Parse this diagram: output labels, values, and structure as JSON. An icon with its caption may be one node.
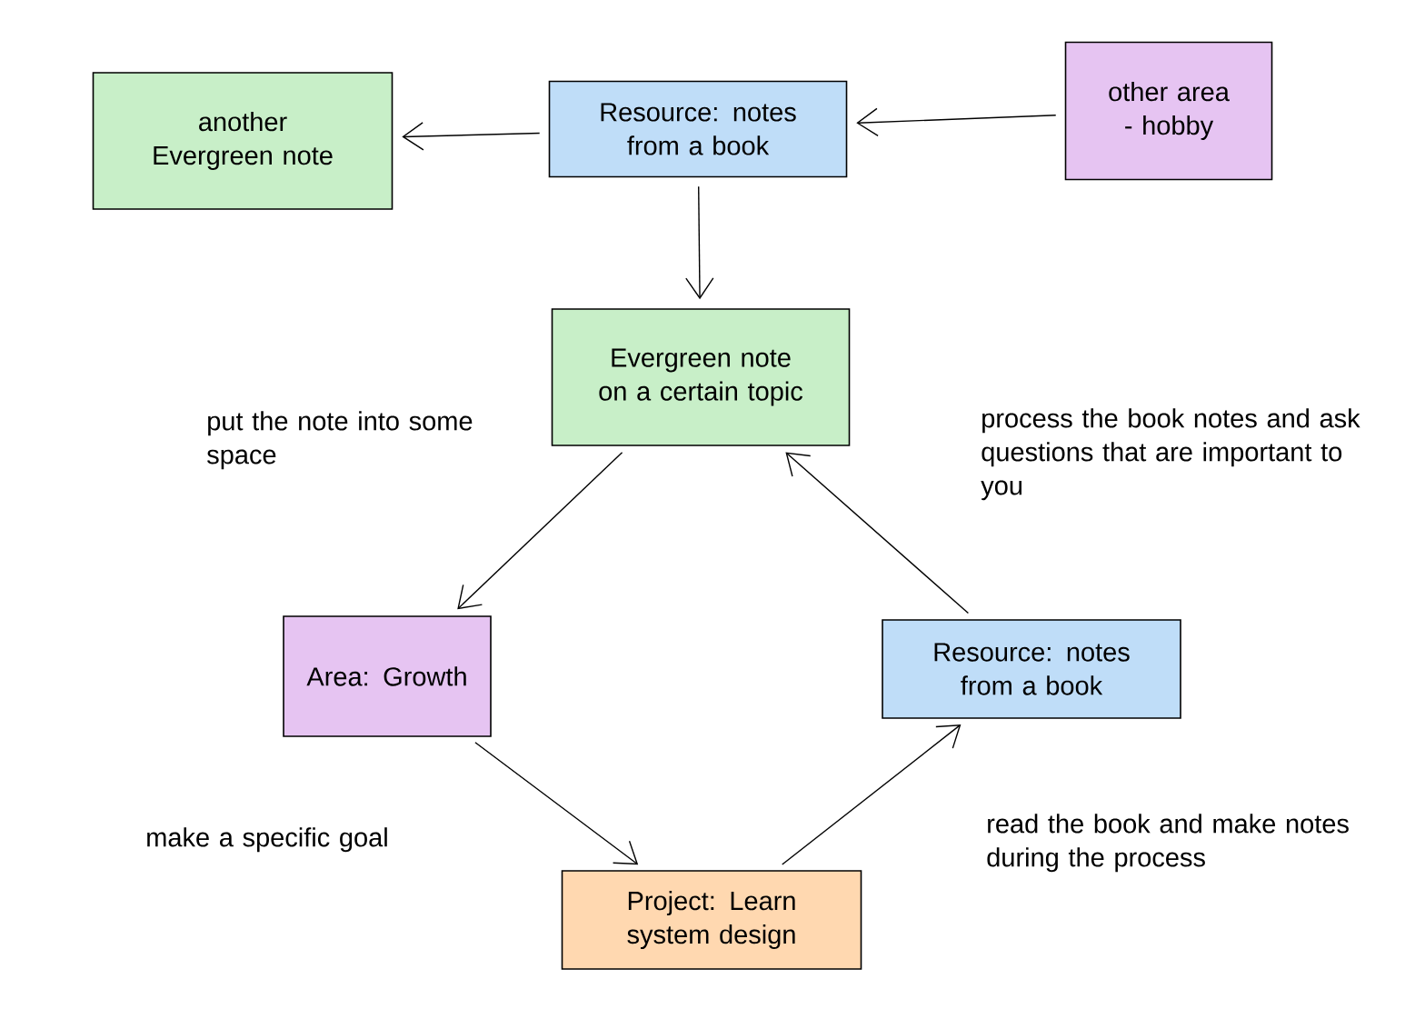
{
  "diagram": {
    "nodes": [
      {
        "text": [
          "another Evergreen note"
        ]
      },
      {
        "text": [
          "Resource: notes from a book"
        ]
      },
      {
        "text": [
          "other area - hobby"
        ]
      },
      {
        "text": [
          "Evergreen note on a certain topic"
        ]
      },
      {
        "text": [
          "Area: Growth"
        ]
      },
      {
        "text": [
          "Resource: notes from a book"
        ]
      },
      {
        "text": [
          "Project: Learn system design"
        ]
      }
    ],
    "edges": [
      {
        "from": 1,
        "to": 0,
        "arrow": "to"
      },
      {
        "from": 2,
        "to": 1,
        "arrow": "to"
      },
      {
        "from": 1,
        "to": 3,
        "arrow": "to"
      },
      {
        "from": 3,
        "to": 4,
        "arrow": "to",
        "label": "put the note into some space"
      },
      {
        "from": 4,
        "to": 6,
        "arrow": "to",
        "label": "make a specific goal"
      },
      {
        "from": 6,
        "to": 5,
        "arrow": "to",
        "label": "read the book and make notes during the process"
      },
      {
        "from": 5,
        "to": 3,
        "arrow": "to",
        "label": "process the book notes and ask questions that are important to you"
      }
    ]
  }
}
